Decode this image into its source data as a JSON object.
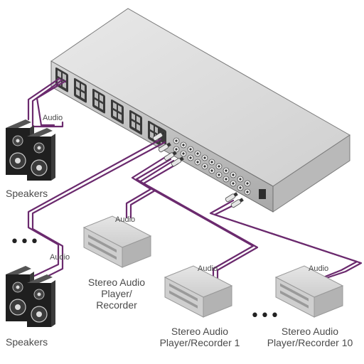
{
  "labels": {
    "audio": "Audio",
    "speakers": "Speakers",
    "stereo_player_recorder": "Stereo Audio\nPlayer/\nRecorder",
    "stereo_player_recorder_1": "Stereo Audio\nPlayer/Recorder 1",
    "stereo_player_recorder_10": "Stereo Audio\nPlayer/Recorder 10",
    "ellipsis": "•••"
  },
  "colors": {
    "cable": "#6b2a6e",
    "device_body": "#d8d8d8",
    "device_shade": "#a9a9a9",
    "speaker": "#1f1f1f"
  },
  "icons": [
    "rack-device",
    "speaker-icon",
    "stereo-player-icon"
  ]
}
